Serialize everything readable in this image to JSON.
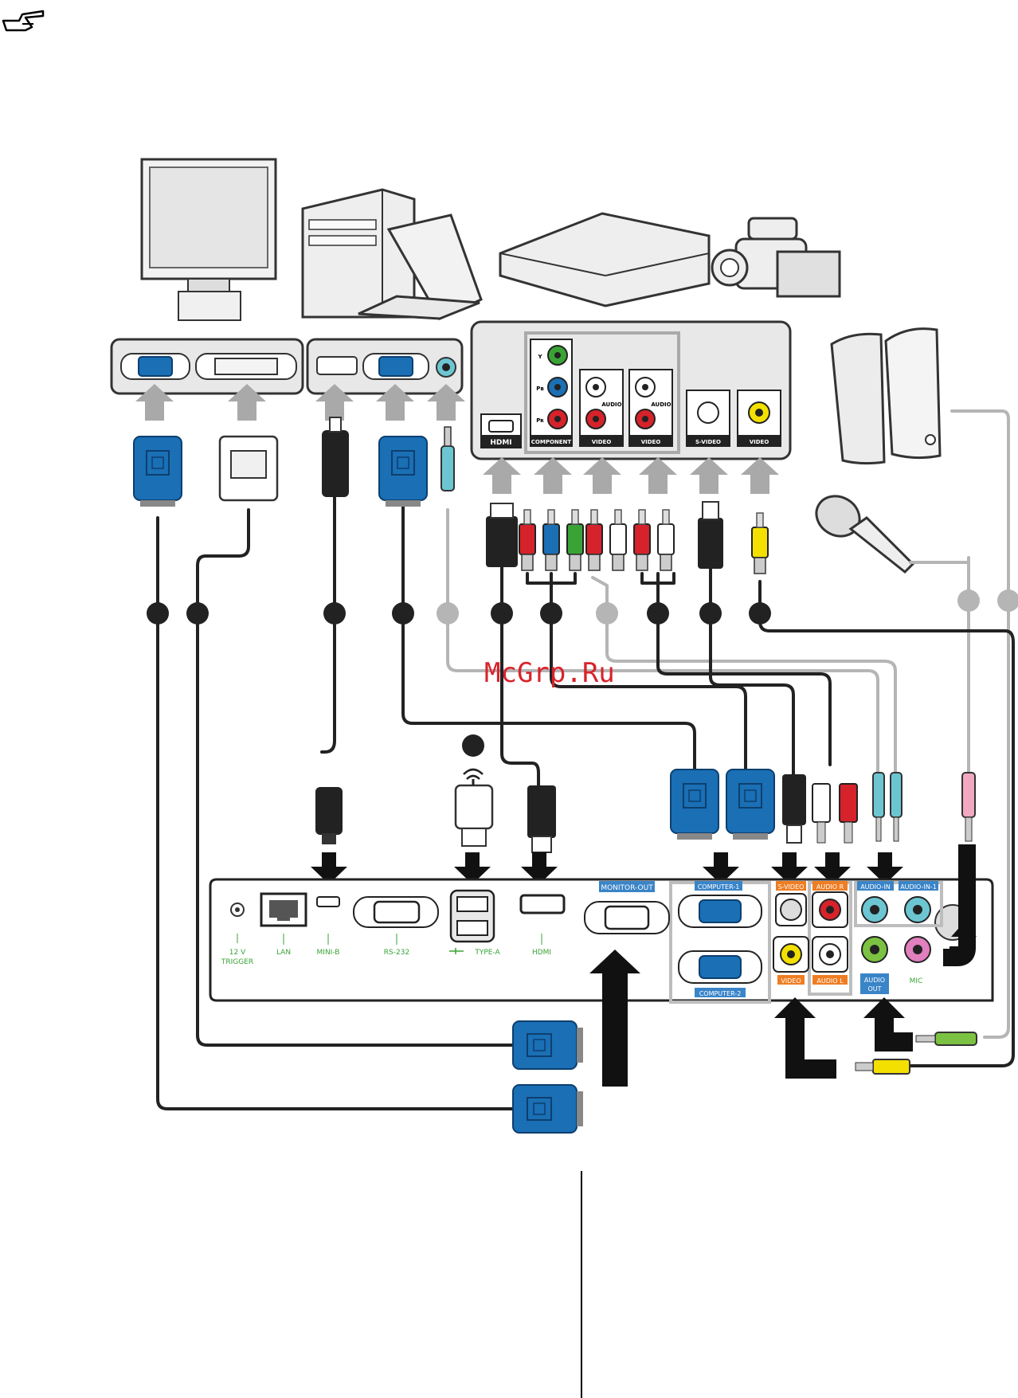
{
  "header": {
    "icon": "pointing-hand-icon"
  },
  "watermark": {
    "text": "McGrp.Ru"
  },
  "devices": {
    "monitor": {
      "icon": "monitor-icon"
    },
    "computer": {
      "icon": "desktop-tower-icon"
    },
    "notebook": {
      "icon": "notebook-icon"
    },
    "av_player": {
      "icon": "dvd-player-icon"
    },
    "camcorder": {
      "icon": "camcorder-icon"
    },
    "speakers": {
      "icon": "speakers-icon"
    },
    "microphone": {
      "icon": "microphone-icon"
    }
  },
  "av_panel": {
    "hdmi": "HDMI",
    "component": "COMPONENT",
    "y": "Y",
    "pb": "Pʙ",
    "pr": "Pʀ",
    "audio": "AUDIO",
    "video": "VIDEO",
    "svideo": "S-VIDEO"
  },
  "wireless": {
    "icon": "wireless-signal-icon"
  },
  "projector": {
    "trigger": [
      "12 V",
      "TRIGGER"
    ],
    "lan": "LAN",
    "mini_b": "MINI-B",
    "rs232": "RS-232",
    "type_a": "TYPE-A",
    "hdmi": "HDMI",
    "monitor_out": "MONITOR-OUT",
    "computer1": "COMPUTER-1",
    "computer2": "COMPUTER-2",
    "svideo": "S-VIDEO",
    "video": "VIDEO",
    "audio_r": "AUDIO R",
    "audio_l": "AUDIO L",
    "audio_in": "AUDIO-IN",
    "audio_in_1": "AUDIO-IN-1",
    "audio_out": [
      "AUDIO",
      "OUT"
    ],
    "mic": "MIC"
  },
  "colors": {
    "vga_blue": "#1a6fb5",
    "label_green": "#3aa335",
    "label_orange": "#ef7d22",
    "label_blue": "#3a84c8",
    "cable_black": "#222222",
    "cable_grey": "#b5b5b5",
    "panel_grey": "#e8e8e8"
  }
}
